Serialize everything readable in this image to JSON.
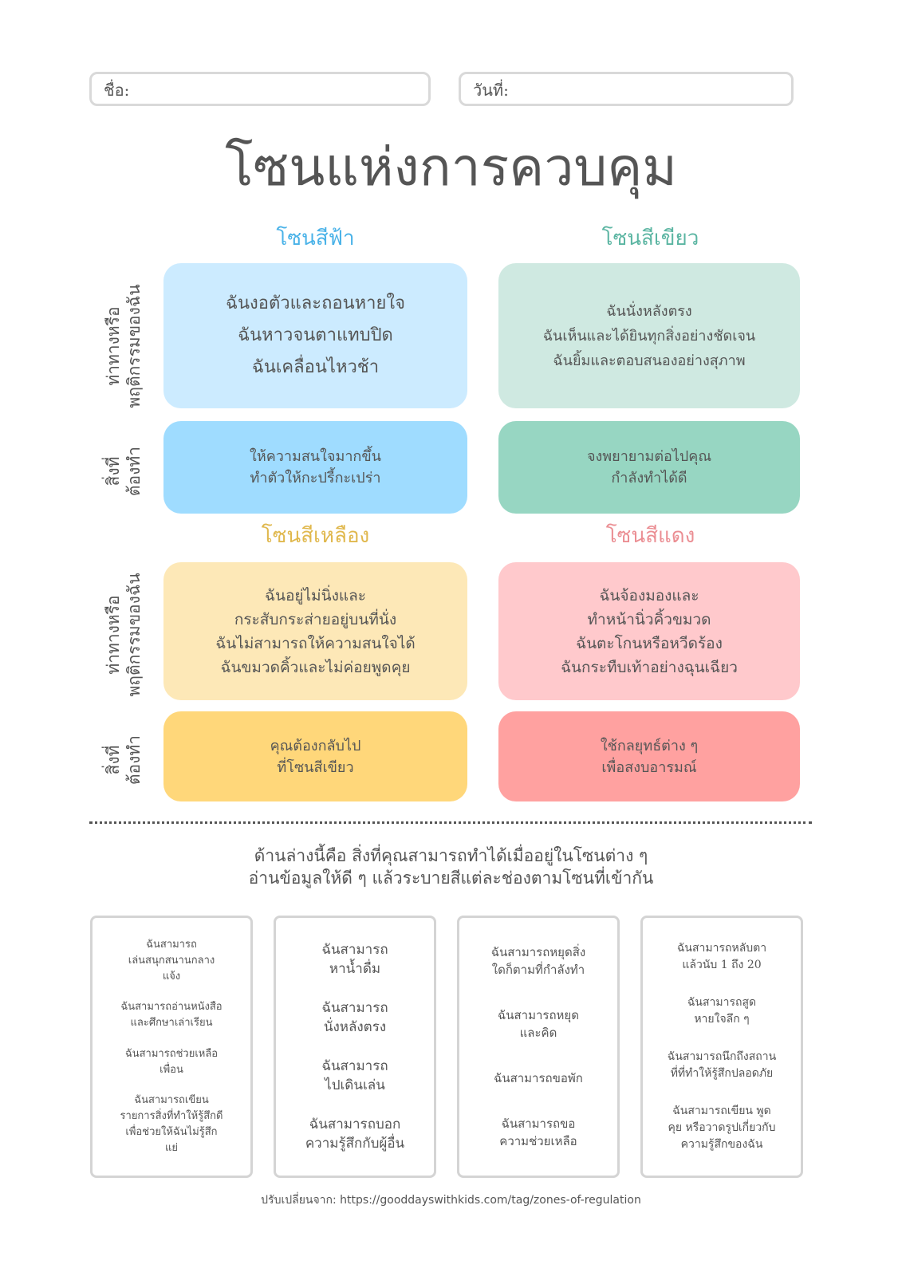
{
  "colors": {
    "blue_title": "#49b2e8",
    "green_title": "#5bb5a2",
    "yellow_title": "#e0b84d",
    "red_title": "#eb8e93",
    "blue_panel": "#ccebff",
    "blue_action": "#9fdcff",
    "green_panel": "#cfe9e1",
    "green_action": "#97d6c2",
    "yellow_panel": "#fde8b7",
    "yellow_action": "#ffd77a",
    "red_panel": "#ffc9cc",
    "red_action": "#ffa1a0",
    "border": "#d7d7d7",
    "text": "#555555"
  },
  "fields": {
    "name_label": "ชื่อ:",
    "date_label": "วันที่:"
  },
  "header": {
    "title": "โซนแห่งการควบคุม"
  },
  "zones": {
    "blue": {
      "title": "โซนสีฟ้า",
      "behavior_text": "ฉันงอตัวและถอนหายใจ\nฉันหาวจนตาแทบปิด\nฉันเคลื่อนไหวช้า",
      "action_text": "ให้ความสนใจมากขึ้น\nทำตัวให้กะปรี้กะเปร่า"
    },
    "green": {
      "title": "โซนสีเขียว",
      "behavior_text": "ฉันนั่งหลังตรง\nฉันเห็นและได้ยินทุกสิ่งอย่างชัดเจน\nฉันยิ้มและตอบสนองอย่างสุภาพ",
      "action_text": "จงพยายามต่อไปคุณ\nกำลังทำได้ดี"
    },
    "yellow": {
      "title": "โซนสีเหลือง",
      "behavior_text": "ฉันอยู่ไม่นิ่งและ\nกระสับกระส่ายอยู่บนที่นั่ง\nฉันไม่สามารถให้ความสนใจได้\nฉันขมวดคิ้วและไม่ค่อยพูดคุย",
      "action_text": "คุณต้องกลับไป\nที่โซนสีเขียว"
    },
    "red": {
      "title": "โซนสีแดง",
      "behavior_text": "ฉันจ้องมองและ\nทำหน้านิ่วคิ้วขมวด\nฉันตะโกนหรือหวีดร้อง\nฉันกระทืบเท้าอย่างฉุนเฉียว",
      "action_text": "ใช้กลยุทธ์ต่าง ๆ\nเพื่อสงบอารมณ์"
    }
  },
  "row_labels": {
    "behavior": "ท่าทางหรือ\nพฤติกรรมของฉัน",
    "action": "สิ่งที่\nต้องทำ"
  },
  "instructions": {
    "line1": "ด้านล่างนี้คือ สิ่งที่คุณสามารถทำได้เมื่ออยู่ในโซนต่าง ๆ",
    "line2": "อ่านข้อมูลให้ดี ๆ แล้วระบายสีแต่ละช่องตามโซนที่เข้ากัน"
  },
  "cards": [
    {
      "items": [
        "ฉันสามารถ\nเล่นสนุกสนานกลาง\nแจ้ง",
        "ฉันสามารถอ่านหนังสือ\nและศึกษาเล่าเรียน",
        "ฉันสามารถช่วยเหลือ\nเพื่อน",
        "ฉันสามารถเขียน\nรายการสิ่งที่ทำให้รู้สึกดี\nเพื่อช่วยให้ฉันไม่รู้สึก\nแย่"
      ]
    },
    {
      "items": [
        "ฉันสามารถ\nหาน้ำดื่ม",
        "ฉันสามารถ\nนั่งหลังตรง",
        "ฉันสามารถ\nไปเดินเล่น",
        "ฉันสามารถบอก\nความรู้สึกกับผู้อื่น"
      ]
    },
    {
      "items": [
        "ฉันสามารถหยุดสิ่ง\nใดก็ตามที่กำลังทำ",
        "ฉันสามารถหยุด\nและคิด",
        "ฉันสามารถขอพัก",
        "ฉันสามารถขอ\nความช่วยเหลือ"
      ]
    },
    {
      "items": [
        "ฉันสามารถหลับตา\nแล้วนับ 1 ถึง 20",
        "ฉันสามารถสูด\nหายใจลึก ๆ",
        "ฉันสามารถนึกถึงสถาน\nที่ที่ทำให้รู้สึกปลอดภัย",
        "ฉันสามารถเขียน พูด\nคุย หรือวาดรูปเกี่ยวกับ\nความรู้สึกของฉัน"
      ]
    }
  ],
  "source": {
    "text": "ปรับเปลี่ยนจาก: https://gooddayswithkids.com/tag/zones-of-regulation"
  }
}
